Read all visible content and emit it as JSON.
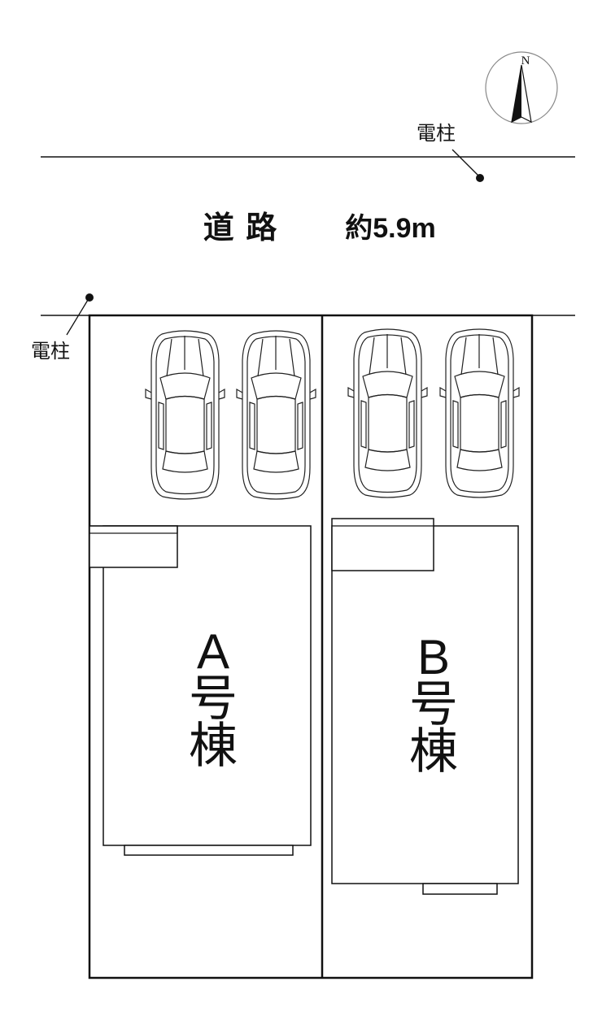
{
  "road": {
    "label": "道 路",
    "width": "約5.9m"
  },
  "utility_poles": [
    {
      "label": "電柱"
    },
    {
      "label": "電柱"
    }
  ],
  "compass": {
    "label": "N"
  },
  "houses": [
    {
      "letter": "A",
      "line2": "号",
      "line3": "棟"
    },
    {
      "letter": "B",
      "line2": "号",
      "line3": "棟"
    }
  ],
  "parking": {
    "car_count": 4
  }
}
